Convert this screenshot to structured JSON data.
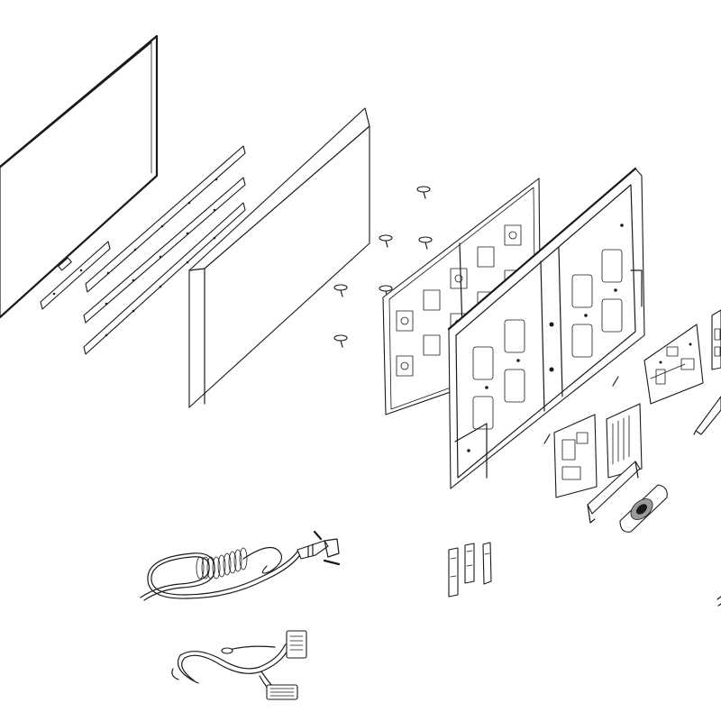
{
  "diagram": {
    "kind": "exploded-assembly-view",
    "colors": {
      "line": "#1a1a1a",
      "background": "#ffffff",
      "shade": "#9a9a9a"
    },
    "parts": [
      {
        "id": "display-panel",
        "icon": "thin-panel-outline"
      },
      {
        "id": "led-strips",
        "icon": "led-bar",
        "count": 4
      },
      {
        "id": "diffuser-plate",
        "icon": "thick-panel"
      },
      {
        "id": "mounting-screws",
        "icon": "screw",
        "count": 6
      },
      {
        "id": "back-bracket-frame",
        "icon": "perforated-frame"
      },
      {
        "id": "rear-chassis",
        "icon": "chassis"
      },
      {
        "id": "main-board",
        "icon": "circuit-board"
      },
      {
        "id": "side-board",
        "icon": "circuit-board"
      },
      {
        "id": "power-board",
        "icon": "circuit-board"
      },
      {
        "id": "tcon-board",
        "icon": "circuit-board"
      },
      {
        "id": "speaker-bracket",
        "icon": "bracket"
      },
      {
        "id": "speaker",
        "icon": "speaker"
      },
      {
        "id": "stand-bracket",
        "icon": "bracket"
      },
      {
        "id": "power-cord",
        "icon": "plug"
      },
      {
        "id": "lvds-cable",
        "icon": "ribbon-cable"
      },
      {
        "id": "small-brackets",
        "icon": "clip",
        "count": 3
      }
    ]
  }
}
